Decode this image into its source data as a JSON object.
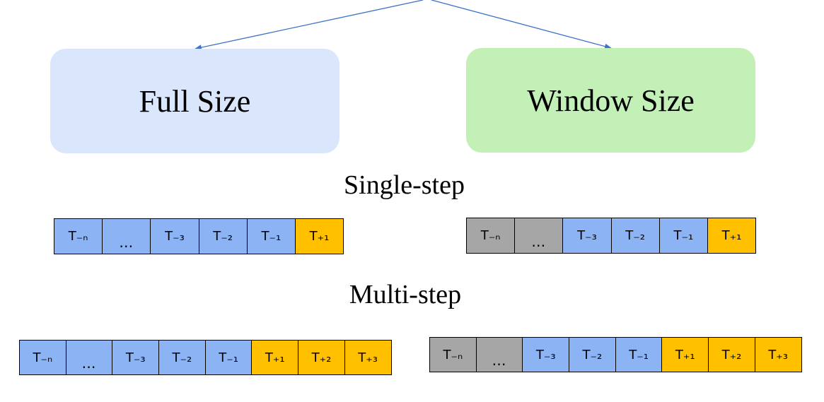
{
  "boxes": {
    "full": "Full Size",
    "window": "Window Size"
  },
  "headings": {
    "single": "Single-step",
    "multi": "Multi-step"
  },
  "colors": {
    "history": "#8cb4f4",
    "target": "#ffc000",
    "excluded": "#a6a6a6",
    "full_bg": "#d9e6fb",
    "window_bg": "#c2f0b7",
    "arrow": "#3b74c8"
  },
  "rows": {
    "single_full": [
      [
        "T₋ₙ",
        "history"
      ],
      [
        "…",
        "history"
      ],
      [
        "T₋₃",
        "history"
      ],
      [
        "T₋₂",
        "history"
      ],
      [
        "T₋₁",
        "history"
      ],
      [
        "T₊₁",
        "target"
      ]
    ],
    "single_window": [
      [
        "T₋ₙ",
        "excluded"
      ],
      [
        "…",
        "excluded"
      ],
      [
        "T₋₃",
        "history"
      ],
      [
        "T₋₂",
        "history"
      ],
      [
        "T₋₁",
        "history"
      ],
      [
        "T₊₁",
        "target"
      ]
    ],
    "multi_full": [
      [
        "T₋ₙ",
        "history"
      ],
      [
        "…",
        "history"
      ],
      [
        "T₋₃",
        "history"
      ],
      [
        "T₋₂",
        "history"
      ],
      [
        "T₋₁",
        "history"
      ],
      [
        "T₊₁",
        "target"
      ],
      [
        "T₊₂",
        "target"
      ],
      [
        "T₊₃",
        "target"
      ]
    ],
    "multi_window": [
      [
        "T₋ₙ",
        "excluded"
      ],
      [
        "…",
        "excluded"
      ],
      [
        "T₋₃",
        "history"
      ],
      [
        "T₋₂",
        "history"
      ],
      [
        "T₋₁",
        "history"
      ],
      [
        "T₊₁",
        "target"
      ],
      [
        "T₊₂",
        "target"
      ],
      [
        "T₊₃",
        "target"
      ]
    ]
  }
}
